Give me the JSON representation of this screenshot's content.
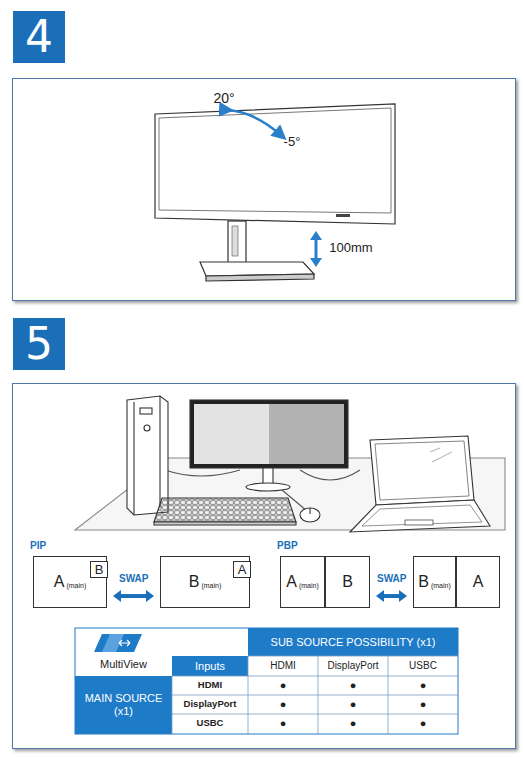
{
  "diagram": {
    "nodes": [
      {
        "text": [
          "4"
        ]
      },
      {
        "text": [
          "5"
        ]
      },
      {
        "text": [
          "A",
          "(main)"
        ]
      },
      {
        "text": [
          "B"
        ],
        "in": 2
      },
      {
        "text": [
          "B",
          "(main)"
        ]
      },
      {
        "text": [
          "A"
        ],
        "in": 4
      },
      {
        "text": [
          "A",
          "(main)"
        ]
      },
      {
        "text": [
          "B"
        ]
      },
      {
        "text": [
          "B",
          "(main)"
        ]
      },
      {
        "text": [
          "A"
        ]
      }
    ],
    "edges": [
      {
        "from": 2,
        "to": 4,
        "arrow": "both",
        "label": "SWAP"
      },
      {
        "from": 7,
        "to": 8,
        "arrow": "both",
        "label": "SWAP"
      }
    ],
    "labels": [
      "20°",
      "-5°",
      "100mm",
      "PIP",
      "PBP",
      "MultiView",
      "SUB SOURCE POSSIBILITY (x1)",
      "Inputs",
      "HDMI",
      "DisplayPort",
      "USBC",
      "MAIN SOURCE (x1)",
      "HDMI",
      "DisplayPort",
      "USBC",
      "●",
      "●",
      "●",
      "●",
      "●",
      "●",
      "●",
      "●",
      "●"
    ]
  }
}
